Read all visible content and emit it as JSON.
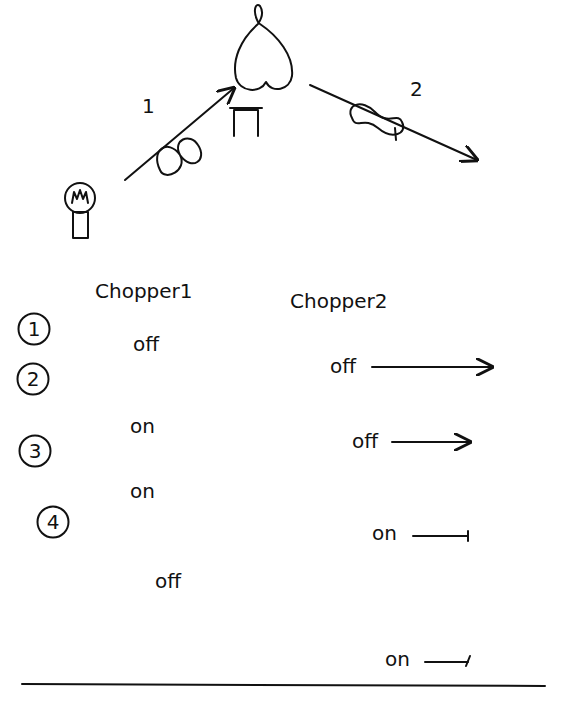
{
  "diagram": {
    "nodes": [
      {
        "text": [
          "1"
        ]
      },
      {
        "text": [
          "2"
        ]
      },
      {
        "text": [
          "3"
        ]
      },
      {
        "text": [
          "4"
        ]
      }
    ],
    "labels": [
      "1",
      "2",
      "Chopper1",
      "Chopper2",
      "off",
      "off",
      "on",
      "off",
      "on",
      "on",
      "off",
      "on"
    ]
  }
}
